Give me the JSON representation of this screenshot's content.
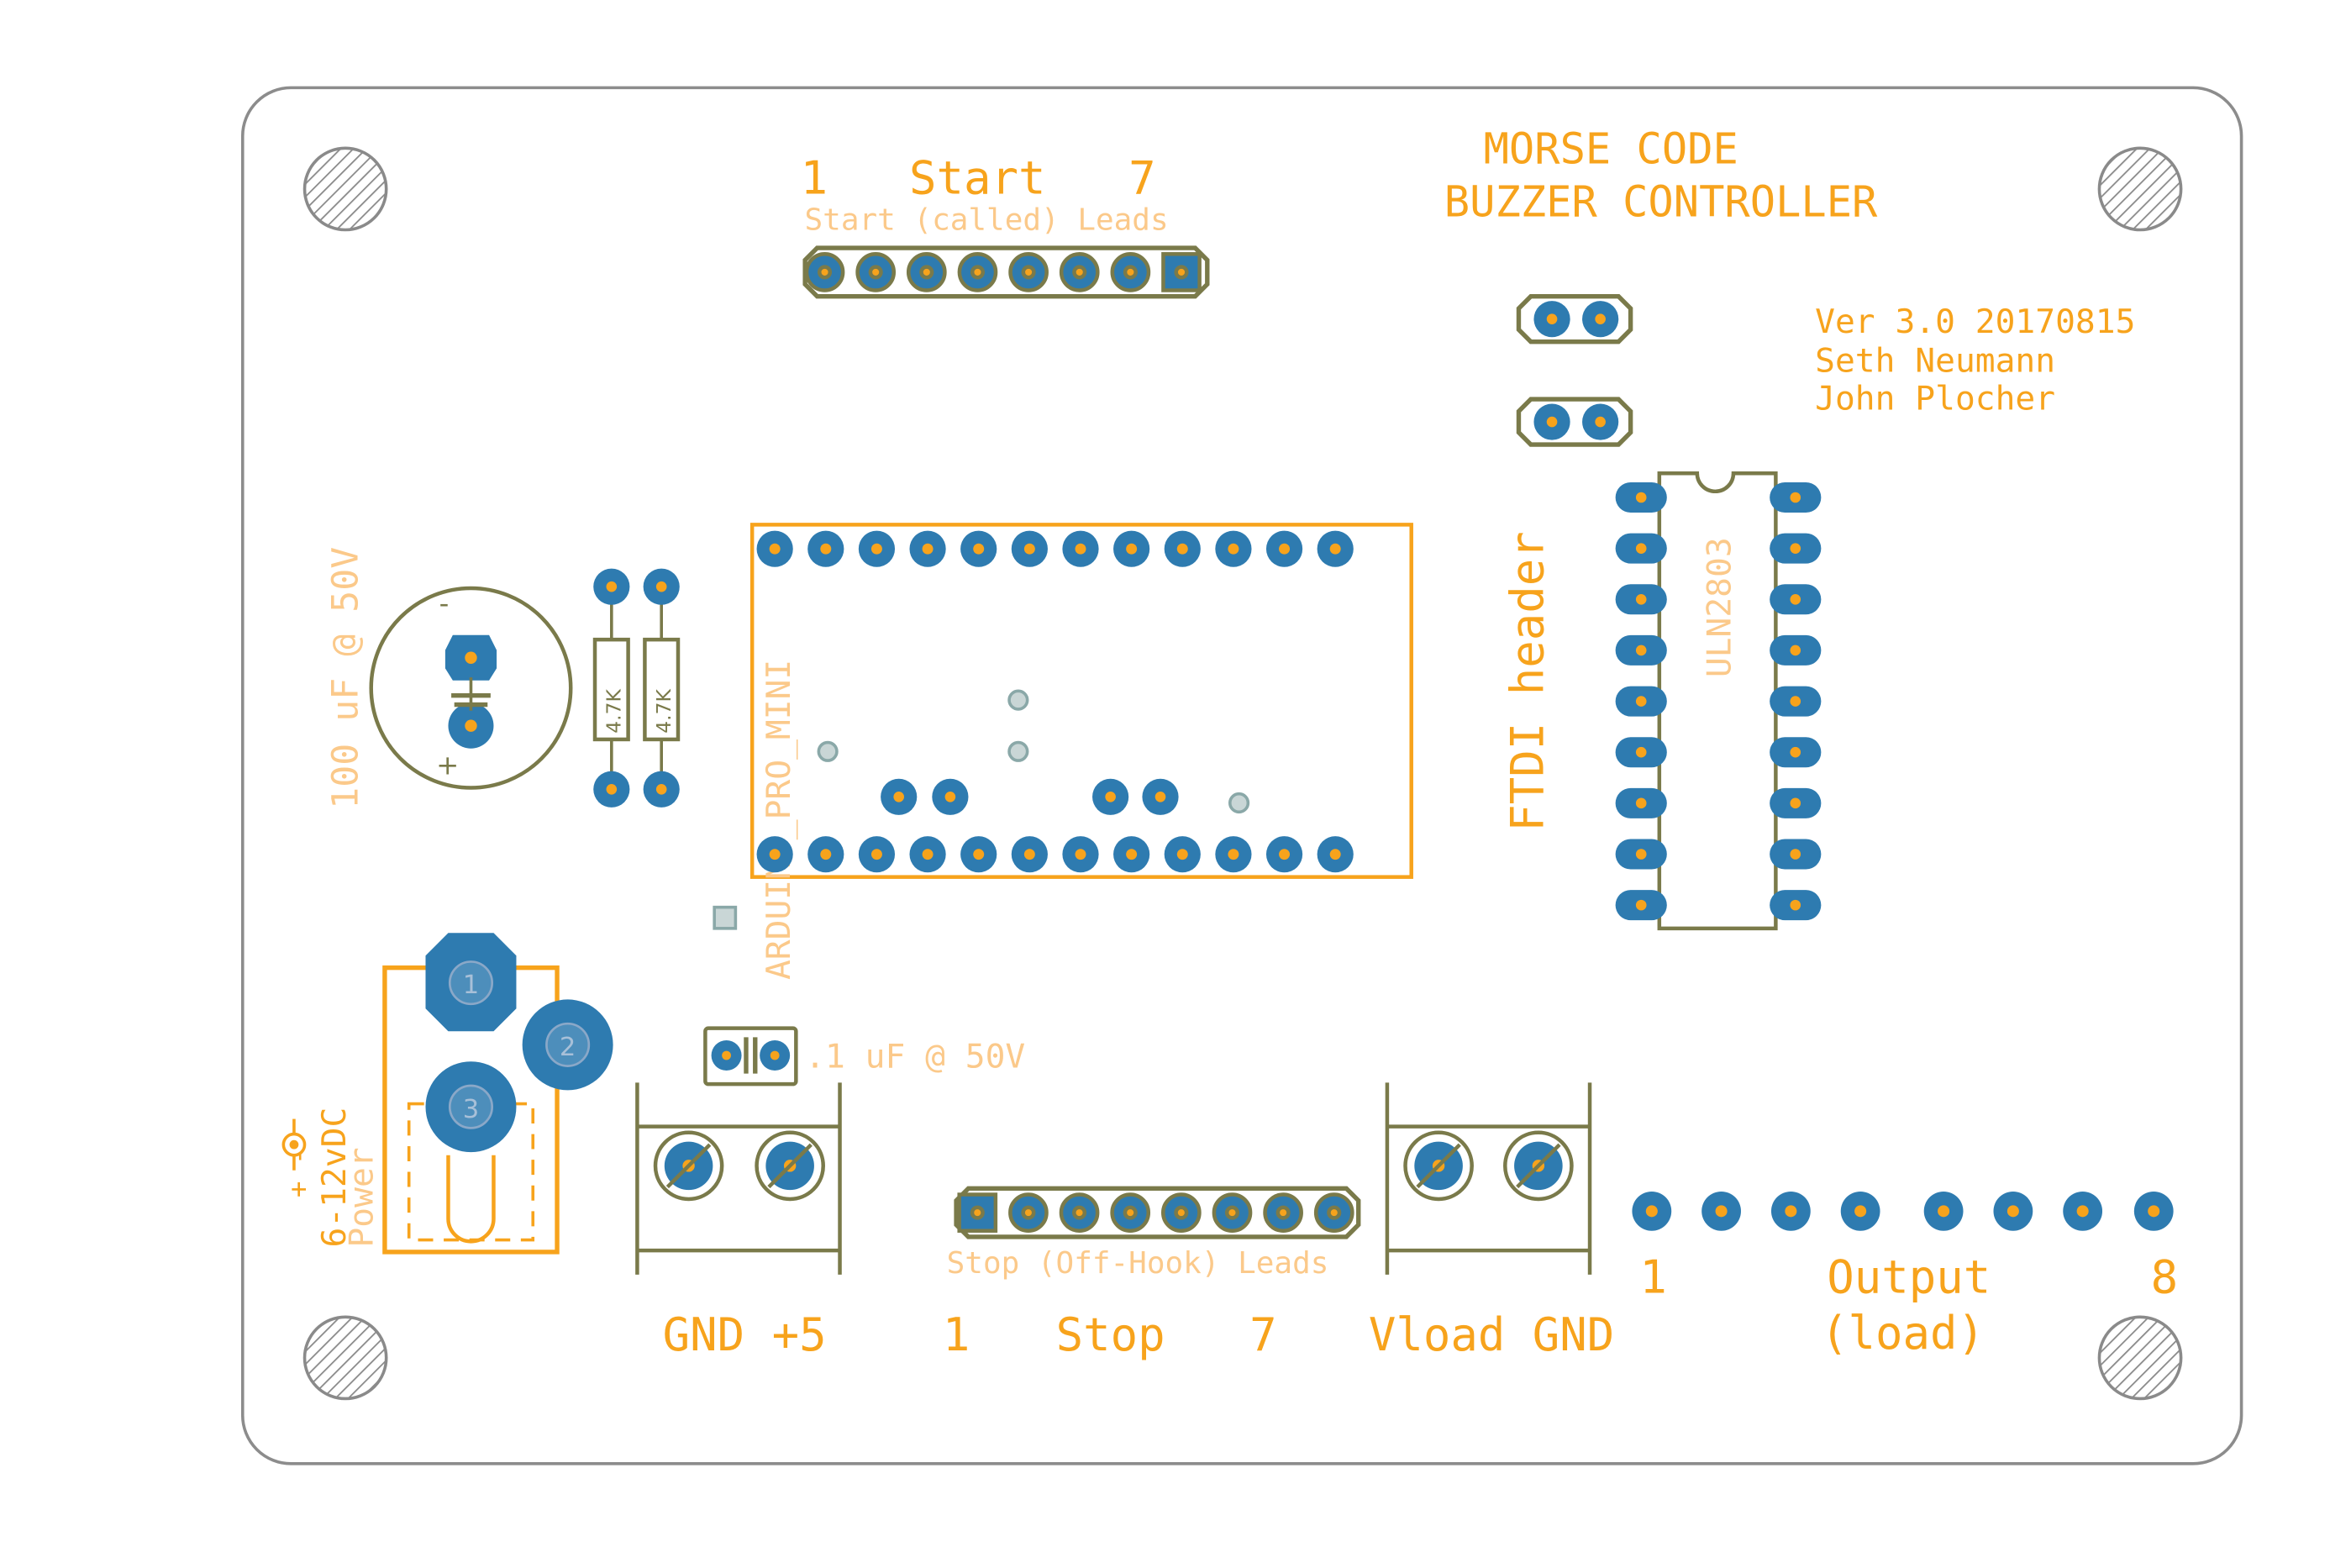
{
  "title": {
    "line1": "MORSE CODE",
    "line2": "BUZZER CONTROLLER"
  },
  "credits": {
    "version": "Ver 3.0 20170815",
    "author1": "Seth Neumann",
    "author2": "John Plocher"
  },
  "start_header": {
    "pin_first": "1",
    "name": "Start",
    "pin_last": "7",
    "caption": "Start (called) Leads"
  },
  "stop_header": {
    "caption": "Stop (Off-Hook) Leads",
    "pin_first": "1",
    "name": "Stop",
    "pin_last": "7"
  },
  "output_header": {
    "pin_first": "1",
    "name": "Output",
    "pin_last": "8",
    "sub": "(load)"
  },
  "ftdi": {
    "label": "FTDI header"
  },
  "ic": {
    "label": "ULN2803"
  },
  "arduino": {
    "label": "ARDUINO_PRO_MINI"
  },
  "capacitor_big": {
    "label": "100 uF @ 50V",
    "plus": "+",
    "minus": "-"
  },
  "capacitor_small": {
    "label": ".1 uF @ 50V"
  },
  "resistors": [
    {
      "label": "4.7K"
    },
    {
      "label": "4.7K"
    }
  ],
  "power_jack": {
    "line1": "6-12vDC",
    "line2": "Power",
    "polarity": "+ -",
    "pins": [
      "1",
      "2",
      "3"
    ]
  },
  "terminal_left": {
    "label": "GND +5"
  },
  "terminal_right": {
    "label": "Vload GND"
  },
  "colors": {
    "silkscreen": "#f7a31c",
    "pad": "#2e7bb0",
    "outline": "#7a7a4a",
    "board_edge": "#8c8c8c"
  }
}
